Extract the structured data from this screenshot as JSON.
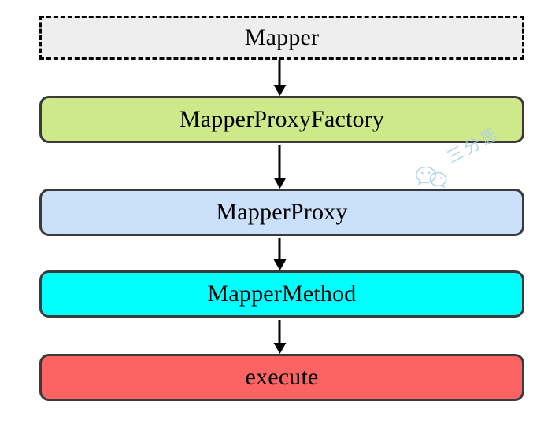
{
  "diagram": {
    "type": "flowchart",
    "orientation": "vertical",
    "background_color": "#ffffff",
    "nodes": [
      {
        "id": "mapper",
        "label": "Mapper",
        "fill": "#eeeeee",
        "border_color": "#000000",
        "border_style": "dashed",
        "shape": "rectangle"
      },
      {
        "id": "mapper-proxy-factory",
        "label": "MapperProxyFactory",
        "fill": "#cde98a",
        "border_color": "#3b3b3b",
        "border_style": "solid",
        "shape": "rounded-rectangle"
      },
      {
        "id": "mapper-proxy",
        "label": "MapperProxy",
        "fill": "#cbe0fb",
        "border_color": "#3b3b3b",
        "border_style": "solid",
        "shape": "rounded-rectangle"
      },
      {
        "id": "mapper-method",
        "label": "MapperMethod",
        "fill": "#00ffff",
        "border_color": "#3b3b3b",
        "border_style": "solid",
        "shape": "rounded-rectangle"
      },
      {
        "id": "execute",
        "label": "execute",
        "fill": "#fb6462",
        "border_color": "#3b3b3b",
        "border_style": "solid",
        "shape": "rounded-rectangle"
      }
    ],
    "edges": [
      {
        "from": "mapper",
        "to": "mapper-proxy-factory",
        "style": "solid-arrow"
      },
      {
        "from": "mapper-proxy-factory",
        "to": "mapper-proxy",
        "style": "solid-arrow"
      },
      {
        "from": "mapper-proxy",
        "to": "mapper-method",
        "style": "solid-arrow"
      },
      {
        "from": "mapper-method",
        "to": "execute",
        "style": "solid-arrow"
      }
    ]
  },
  "watermark": {
    "text": "三分恶",
    "color": "#a9cdea",
    "icon": "wechat-icon"
  }
}
